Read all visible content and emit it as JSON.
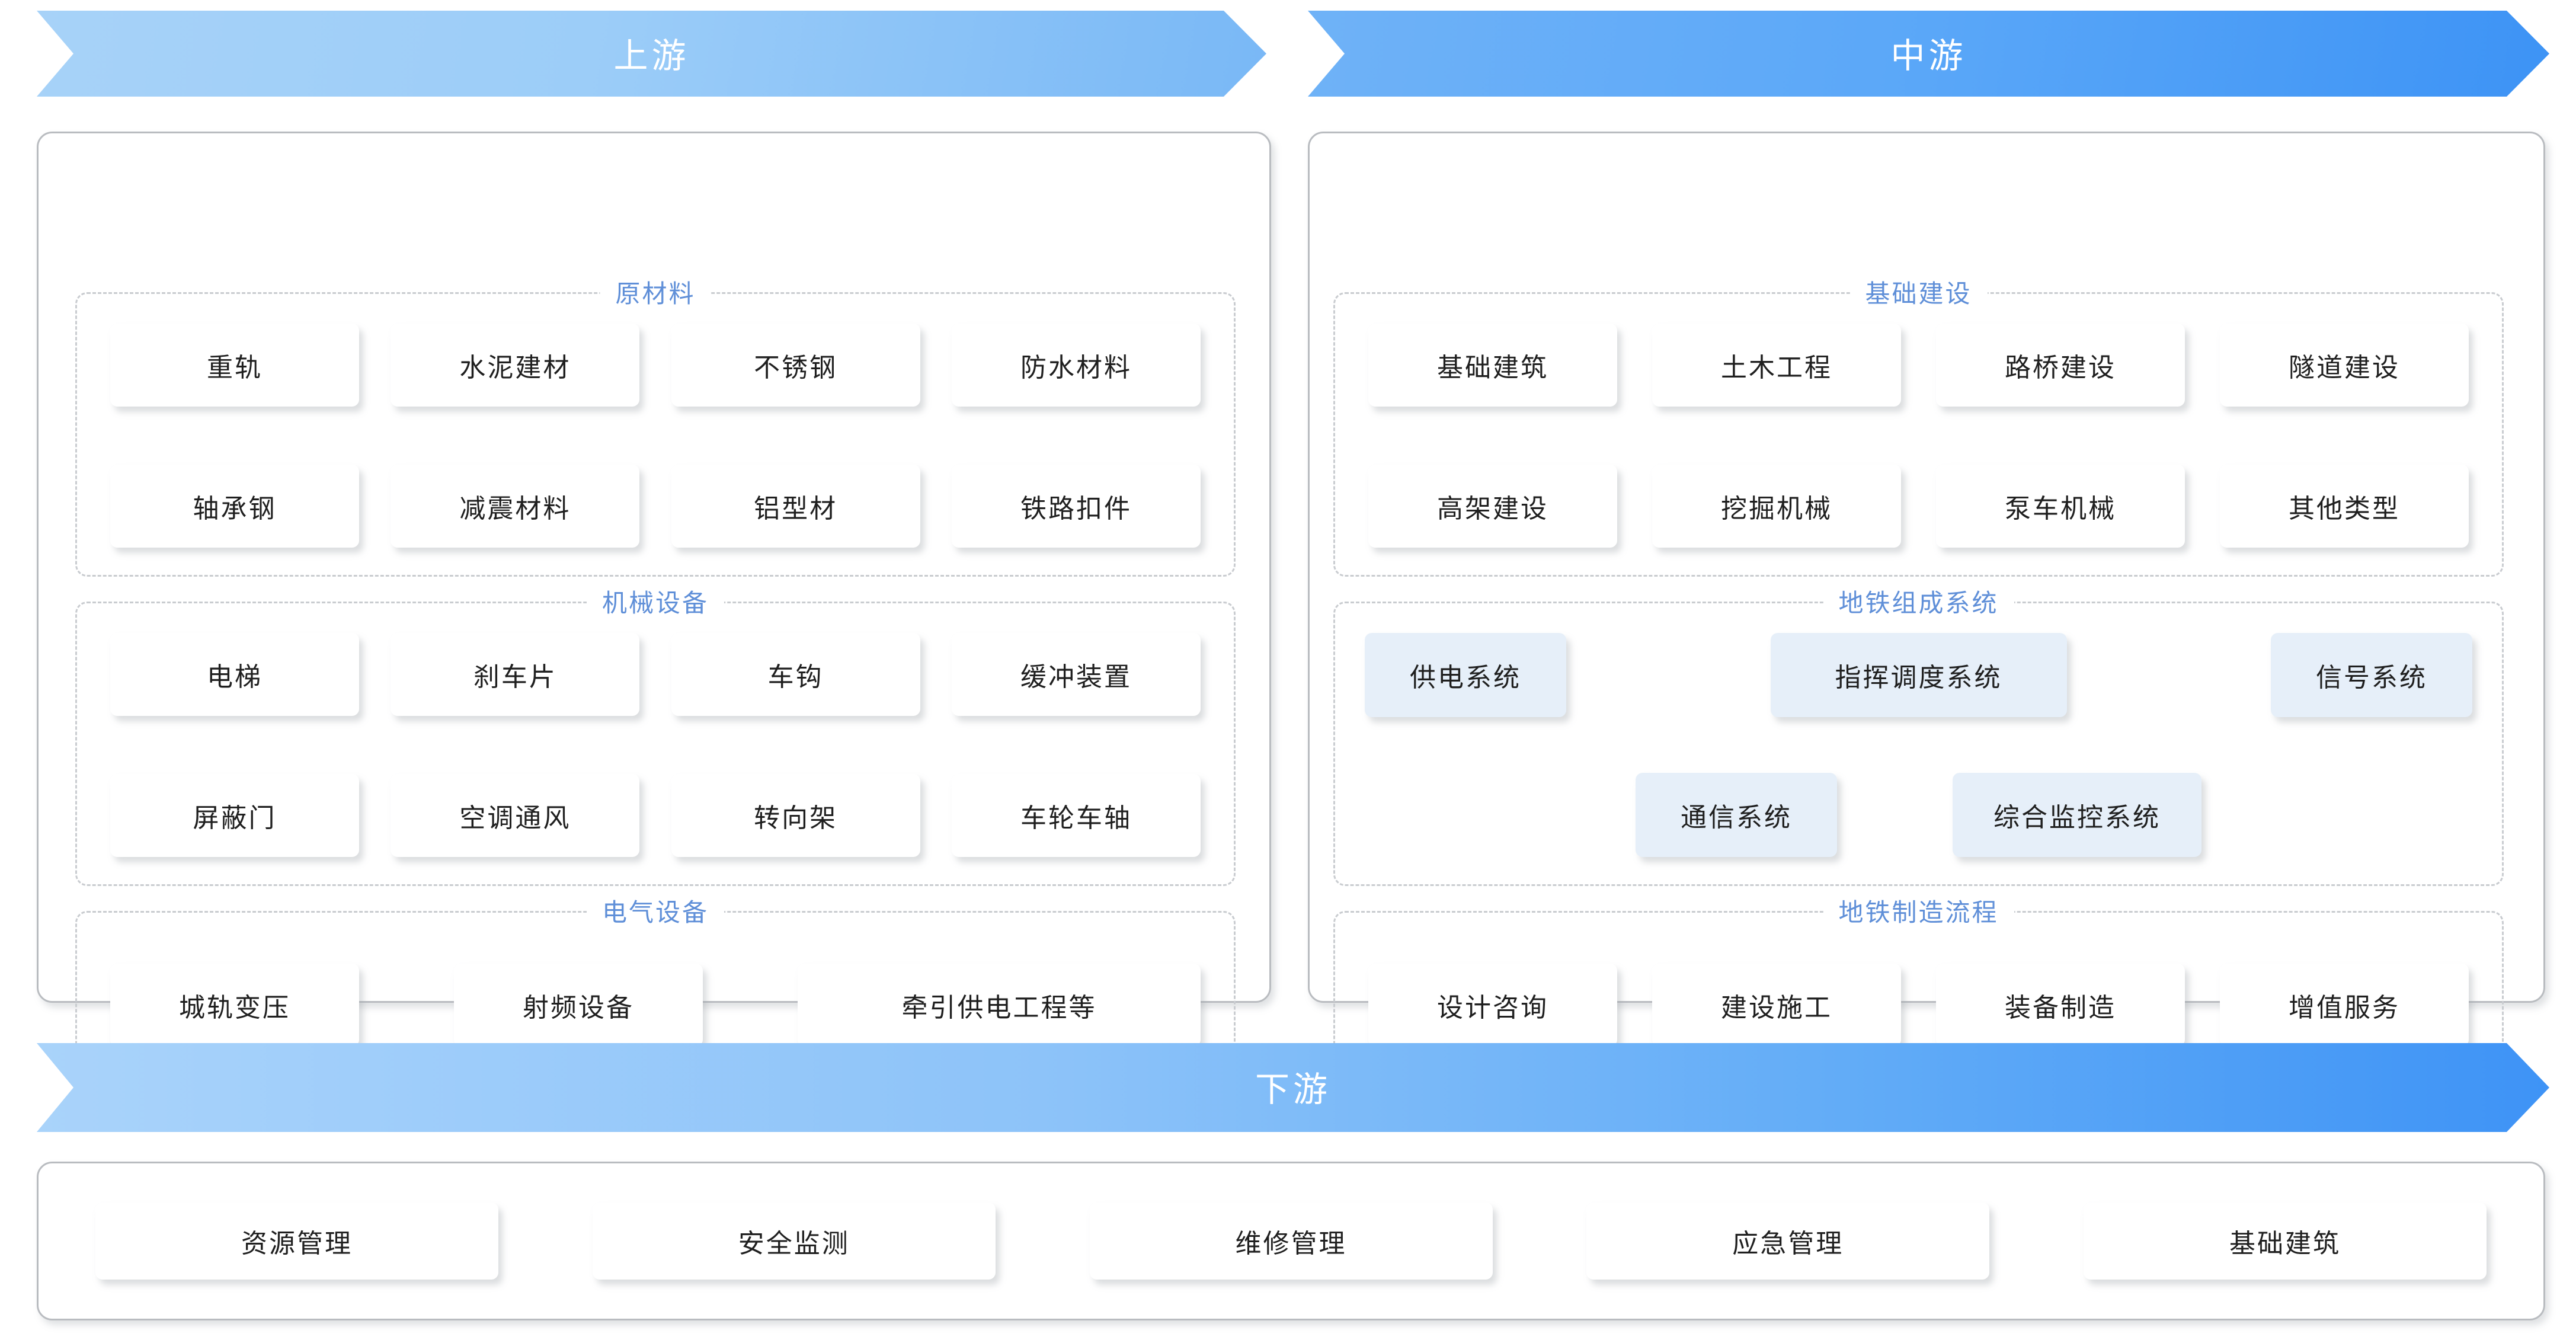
{
  "banners": {
    "upstream": "上游",
    "midstream": "中游",
    "downstream": "下游"
  },
  "colors": {
    "banner_upstream": "#9ccdf8",
    "banner_midstream": "#5aa7f8",
    "banner_downstream": "#8dc3f9",
    "group_title": "#5f8fd8",
    "chip_white": "#ffffff",
    "chip_blue": "#e6eff9",
    "card_border": "#b9bcc0"
  },
  "upstream": {
    "groups": [
      {
        "title": "原材料",
        "rows": [
          [
            "重轨",
            "水泥建材",
            "不锈钢",
            "防水材料"
          ],
          [
            "轴承钢",
            "减震材料",
            "铝型材",
            "铁路扣件"
          ]
        ]
      },
      {
        "title": "机械设备",
        "rows": [
          [
            "电梯",
            "刹车片",
            "车钩",
            "缓冲装置"
          ],
          [
            "屏蔽门",
            "空调通风",
            "转向架",
            "车轮车轴"
          ]
        ]
      },
      {
        "title": "电气设备",
        "rows": [
          [
            "城轨变压",
            "射频设备",
            "牵引供电工程等"
          ]
        ]
      }
    ]
  },
  "midstream": {
    "groups": [
      {
        "title": "基础建设",
        "rows": [
          [
            "基础建筑",
            "土木工程",
            "路桥建设",
            "隧道建设"
          ],
          [
            "高架建设",
            "挖掘机械",
            "泵车机械",
            "其他类型"
          ]
        ]
      },
      {
        "title": "地铁组成系统",
        "rows": [
          [
            "供电系统",
            "指挥调度系统",
            "信号系统"
          ],
          [
            "通信系统",
            "综合监控系统"
          ]
        ]
      },
      {
        "title": "地铁制造流程",
        "rows": [
          [
            "设计咨询",
            "建设施工",
            "装备制造",
            "增值服务"
          ]
        ]
      }
    ]
  },
  "downstream": {
    "items": [
      "资源管理",
      "安全监测",
      "维修管理",
      "应急管理",
      "基础建筑"
    ]
  }
}
